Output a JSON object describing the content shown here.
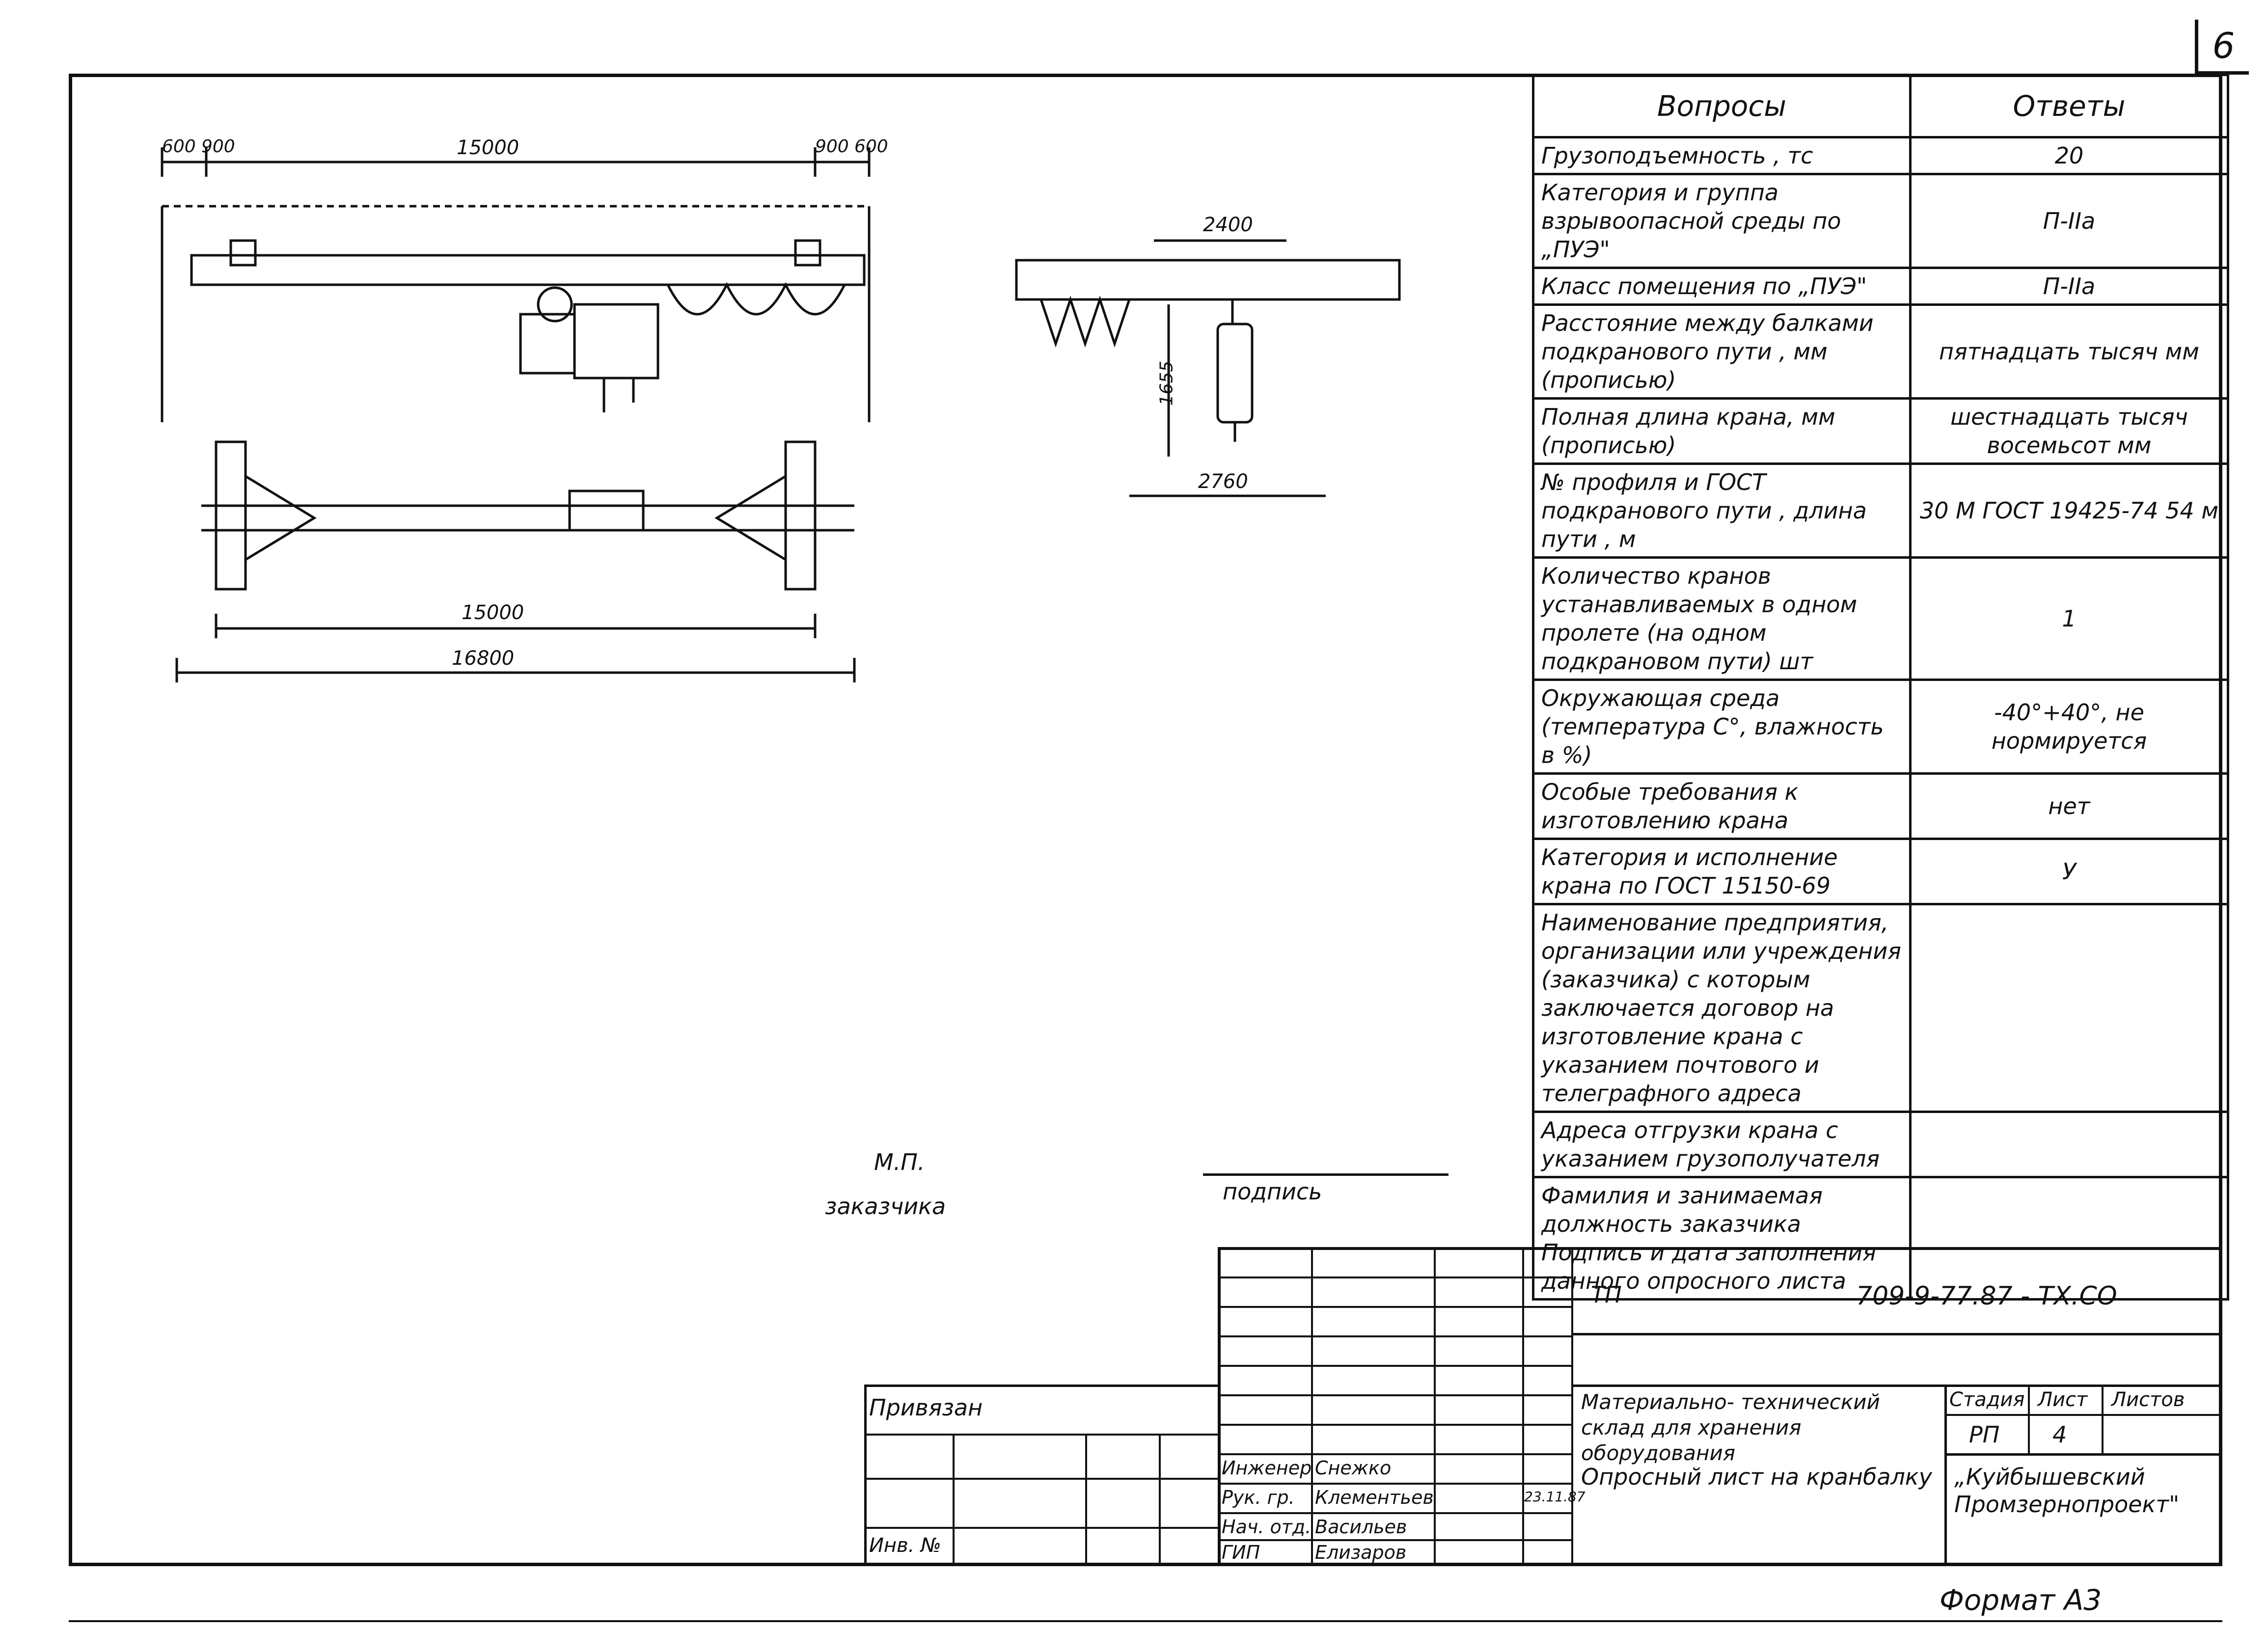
{
  "sheet_number": "6",
  "format": "Формат А3",
  "drawing": {
    "top_dims": [
      "600",
      "900",
      "15000",
      "900",
      "600"
    ],
    "side_dims": {
      "width_top": "2400",
      "height": "1655",
      "width_bottom": "2760"
    },
    "plan_dims": {
      "inner": "15000",
      "outer": "16800"
    }
  },
  "questionnaire": {
    "header_questions": "Вопросы",
    "header_answers": "Ответы",
    "rows": [
      {
        "q": "Грузоподъемность , тс",
        "a": "20"
      },
      {
        "q": "Категория и группа взрывоопасной среды по „ПУЭ\"",
        "a": "П-IIа"
      },
      {
        "q": "Класс помещения по „ПУЭ\"",
        "a": "П-IIа"
      },
      {
        "q": "Расстояние между балками подкранового пути , мм (прописью)",
        "a": "пятнадцать тысяч мм"
      },
      {
        "q": "Полная длина крана, мм (прописью)",
        "a": "шестнадцать тысяч восемьсот мм"
      },
      {
        "q": "№ профиля и ГОСТ подкранового пути , длина пути , м",
        "a": "30 М ГОСТ 19425-74 54 м"
      },
      {
        "q": "Количество кранов устанавливаемых в одном пролете (на одном подкрановом пути) шт",
        "a": "1"
      },
      {
        "q": "Окружающая среда (температура С°, влажность в %)",
        "a": "-40°+40°, не нормируется"
      },
      {
        "q": "Особые требования к изготовлению крана",
        "a": "нет"
      },
      {
        "q": "Категория и исполнение крана по ГОСТ 15150-69",
        "a": "У"
      },
      {
        "q": "Наименование предприятия, организации или учреждения (заказчика) с которым заключается договор на изготовление крана с указанием почтового и телеграфного адреса",
        "a": ""
      },
      {
        "q": "Адреса отгрузки крана с указанием грузополучателя",
        "a": ""
      },
      {
        "q": "Фамилия и занимаемая должность заказчика Подпись и дата заполнения данного опросного листа",
        "a": ""
      }
    ]
  },
  "signature": {
    "mp": "М.П.",
    "customer": "заказчика",
    "sign": "подпись"
  },
  "title_block": {
    "code_prefix": "ТП",
    "code": "709-9-77.87 - ТХ.СО",
    "object": "Материально- технический склад для хранения оборудования",
    "sheet_title": "Опросный лист на кранбалку",
    "stage_label": "Стадия",
    "sheet_label": "Лист",
    "sheets_label": "Листов",
    "stage": "РП",
    "sheet": "4",
    "org": "„Куйбышевский Промзернопроект\"",
    "signers": [
      {
        "role": "Инженер",
        "name": "Снежко",
        "date": ""
      },
      {
        "role": "Рук. гр.",
        "name": "Клементьев",
        "date": "23.11.87"
      },
      {
        "role": "Нач. отд.",
        "name": "Васильев",
        "date": ""
      },
      {
        "role": "ГИП",
        "name": "Елизаров",
        "date": ""
      }
    ],
    "linked": "Привязан",
    "inv": "Инв. №"
  },
  "colors": {
    "ink": "#111111",
    "paper": "#ffffff"
  }
}
